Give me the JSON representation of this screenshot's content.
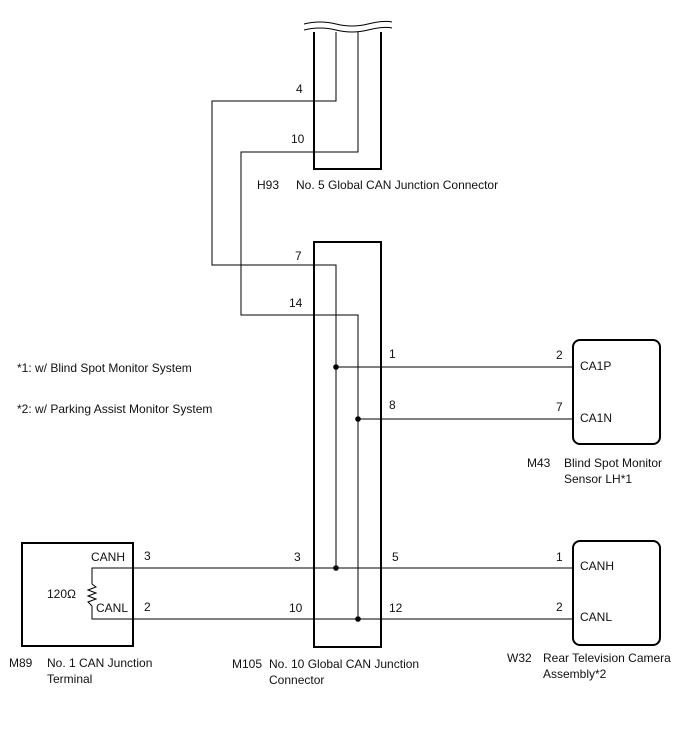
{
  "h93": {
    "code": "H93",
    "name": "No. 5 Global CAN Junction Connector",
    "pin_4": "4",
    "pin_10": "10"
  },
  "m105": {
    "code": "M105",
    "name_line1": "No. 10 Global CAN Junction",
    "name_line2": "Connector",
    "pin_7": "7",
    "pin_14": "14",
    "pin_1": "1",
    "pin_8": "8",
    "pin_3": "3",
    "pin_10": "10",
    "pin_5": "5",
    "pin_12": "12"
  },
  "m43": {
    "code": "M43",
    "name_line1": "Blind Spot Monitor",
    "name_line2": "Sensor LH*1",
    "pin_2": "2",
    "pin_7": "7",
    "sig_hi": "CA1P",
    "sig_lo": "CA1N"
  },
  "m89": {
    "code": "M89",
    "name_line1": "No. 1 CAN Junction",
    "name_line2": "Terminal",
    "pin_3": "3",
    "pin_2": "2",
    "sig_hi": "CANH",
    "sig_lo": "CANL",
    "resistance": "120Ω"
  },
  "w32": {
    "code": "W32",
    "name_line1": "Rear Television Camera",
    "name_line2": "Assembly*2",
    "pin_1": "1",
    "pin_2": "2",
    "sig_hi": "CANH",
    "sig_lo": "CANL"
  },
  "notes": {
    "note1": "*1: w/ Blind Spot Monitor System",
    "note2": "*2: w/ Parking Assist Monitor System"
  }
}
